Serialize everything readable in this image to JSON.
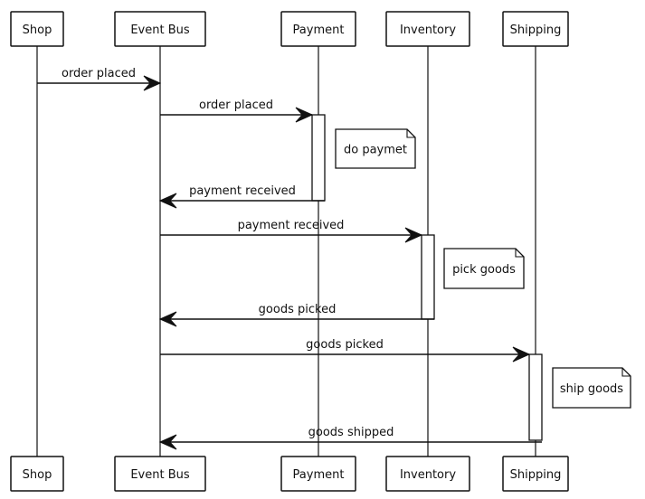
{
  "participants": [
    {
      "id": "shop",
      "label": "Shop"
    },
    {
      "id": "event_bus",
      "label": "Event Bus"
    },
    {
      "id": "payment",
      "label": "Payment"
    },
    {
      "id": "inventory",
      "label": "Inventory"
    },
    {
      "id": "shipping",
      "label": "Shipping"
    }
  ],
  "messages": [
    {
      "from": "shop",
      "to": "event_bus",
      "label": "order placed"
    },
    {
      "from": "event_bus",
      "to": "payment",
      "label": "order placed"
    },
    {
      "from": "payment",
      "to": "event_bus",
      "label": "payment received"
    },
    {
      "from": "event_bus",
      "to": "inventory",
      "label": "payment received"
    },
    {
      "from": "inventory",
      "to": "event_bus",
      "label": "goods picked"
    },
    {
      "from": "event_bus",
      "to": "shipping",
      "label": "goods picked"
    },
    {
      "from": "shipping",
      "to": "event_bus",
      "label": "goods shipped"
    }
  ],
  "notes": [
    {
      "participant": "payment",
      "text": "do paymet"
    },
    {
      "participant": "inventory",
      "text": "pick goods"
    },
    {
      "participant": "shipping",
      "text": "ship goods"
    }
  ],
  "colors": {
    "stroke": "#111111",
    "background": "#ffffff"
  }
}
